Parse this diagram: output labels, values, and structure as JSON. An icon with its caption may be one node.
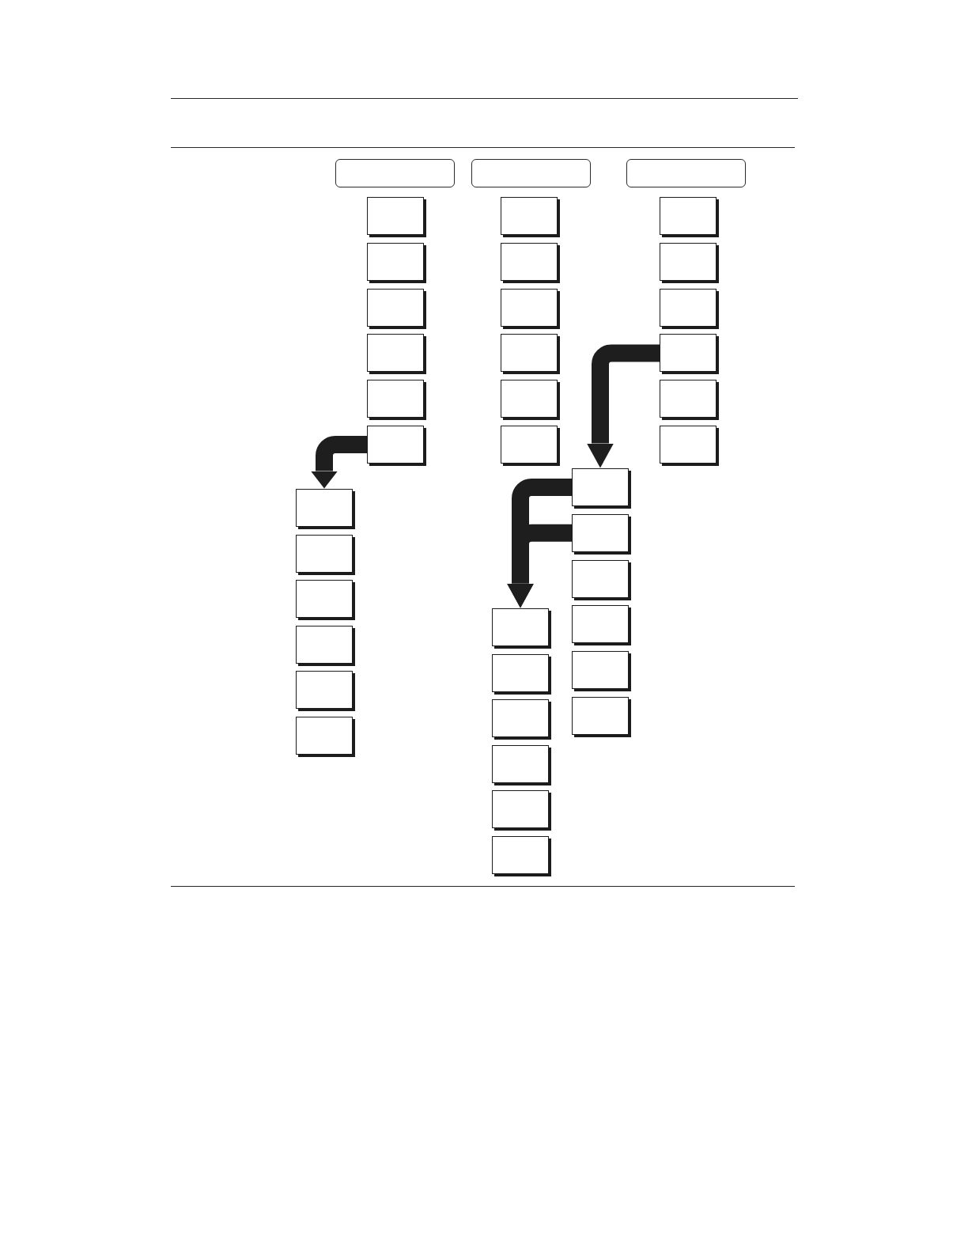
{
  "diagram": {
    "nodes": [
      {
        "text": [],
        "shape": "box"
      },
      {
        "text": [],
        "shape": "box"
      },
      {
        "text": [],
        "shape": "box"
      },
      {
        "text": [],
        "shape": "box"
      },
      {
        "text": [],
        "shape": "box"
      },
      {
        "text": [],
        "shape": "box"
      },
      {
        "text": [],
        "shape": "box"
      },
      {
        "text": [],
        "shape": "box"
      },
      {
        "text": [],
        "shape": "box"
      },
      {
        "text": [],
        "shape": "box"
      },
      {
        "text": [],
        "shape": "box"
      },
      {
        "text": [],
        "shape": "box"
      },
      {
        "text": [],
        "shape": "box"
      },
      {
        "text": [],
        "shape": "box"
      },
      {
        "text": [],
        "shape": "box"
      },
      {
        "text": [],
        "shape": "box"
      },
      {
        "text": [],
        "shape": "box"
      },
      {
        "text": [],
        "shape": "box"
      },
      {
        "text": [],
        "shape": "box"
      },
      {
        "text": [],
        "shape": "box"
      },
      {
        "text": [],
        "shape": "box"
      },
      {
        "text": [],
        "shape": "box"
      },
      {
        "text": [],
        "shape": "box"
      },
      {
        "text": [],
        "shape": "box"
      },
      {
        "text": [],
        "shape": "box"
      },
      {
        "text": [],
        "shape": "box"
      },
      {
        "text": [],
        "shape": "box"
      },
      {
        "text": [],
        "shape": "box"
      },
      {
        "text": [],
        "shape": "box"
      },
      {
        "text": [],
        "shape": "box"
      },
      {
        "text": [],
        "shape": "box"
      },
      {
        "text": [],
        "shape": "box"
      },
      {
        "text": [],
        "shape": "box"
      },
      {
        "text": [],
        "shape": "box"
      },
      {
        "text": [],
        "shape": "box"
      },
      {
        "text": [],
        "shape": "box"
      },
      {
        "text": [],
        "shape": "box"
      },
      {
        "text": [],
        "shape": "box"
      },
      {
        "text": [],
        "shape": "box"
      }
    ],
    "edges": [
      {
        "from": 18,
        "to": 33,
        "arrow": "to"
      },
      {
        "from": 8,
        "to": 21,
        "arrow": "to"
      },
      {
        "from": 33,
        "to": 27,
        "arrow": "to"
      },
      {
        "from": 34,
        "to": 27,
        "arrow": "to"
      }
    ]
  }
}
